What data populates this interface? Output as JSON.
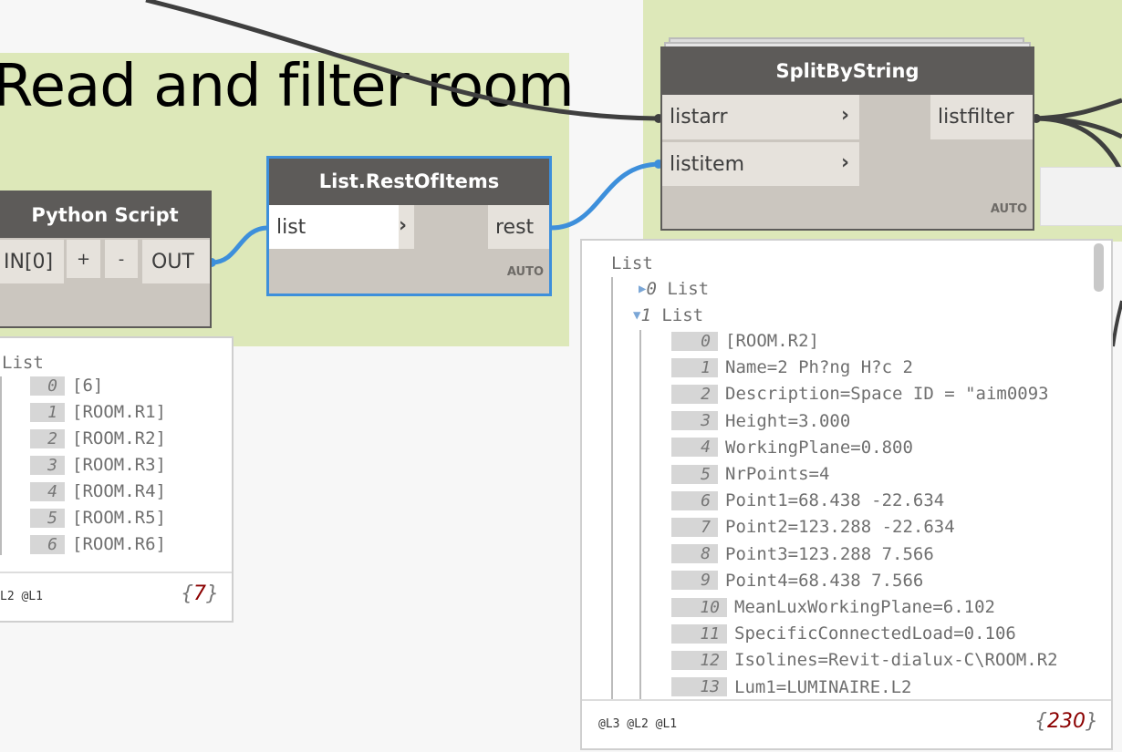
{
  "groups": {
    "left_title": "Read and filter room"
  },
  "python_node": {
    "title": "Python Script",
    "in_port": "IN[0]",
    "add": "+",
    "remove": "-",
    "out_port": "OUT"
  },
  "rest_node": {
    "title": "List.RestOfItems",
    "in_port": "list",
    "out_port": "rest",
    "lacing": "AUTO"
  },
  "split_node": {
    "title": "SplitByString",
    "in_ports": [
      "listarr",
      "listitem"
    ],
    "out_port": "listfilter",
    "lacing": "AUTO"
  },
  "watch_left": {
    "root": "List",
    "items": [
      {
        "i": "0",
        "v": "[6]"
      },
      {
        "i": "1",
        "v": "[ROOM.R1]"
      },
      {
        "i": "2",
        "v": "[ROOM.R2]"
      },
      {
        "i": "3",
        "v": "[ROOM.R3]"
      },
      {
        "i": "4",
        "v": "[ROOM.R4]"
      },
      {
        "i": "5",
        "v": "[ROOM.R5]"
      },
      {
        "i": "6",
        "v": "[ROOM.R6]"
      }
    ],
    "levels": "L2 @L1",
    "count": "7"
  },
  "watch_right": {
    "root": "List",
    "sub0": {
      "i": "0",
      "label": "List"
    },
    "sub1": {
      "i": "1",
      "label": "List"
    },
    "items": [
      {
        "i": "0",
        "v": "[ROOM.R2]"
      },
      {
        "i": "1",
        "v": "Name=2 Ph?ng H?c 2"
      },
      {
        "i": "2",
        "v": "Description=Space ID = \"aim0093"
      },
      {
        "i": "3",
        "v": "Height=3.000"
      },
      {
        "i": "4",
        "v": "WorkingPlane=0.800"
      },
      {
        "i": "5",
        "v": "NrPoints=4"
      },
      {
        "i": "6",
        "v": "Point1=68.438 -22.634"
      },
      {
        "i": "7",
        "v": "Point2=123.288 -22.634"
      },
      {
        "i": "8",
        "v": "Point3=123.288 7.566"
      },
      {
        "i": "9",
        "v": "Point4=68.438 7.566"
      },
      {
        "i": "10",
        "v": "MeanLuxWorkingPlane=6.102"
      },
      {
        "i": "11",
        "v": "SpecificConnectedLoad=0.106"
      },
      {
        "i": "12",
        "v": "Isolines=Revit-dialux-C\\ROOM.R2"
      },
      {
        "i": "13",
        "v": "Lum1=LUMINAIRE.L2"
      }
    ],
    "levels": "@L3 @L2 @L1",
    "count": "230"
  },
  "colors": {
    "group": "#dde8b9",
    "node_header": "#5d5b59",
    "selected": "#3d8fdb",
    "wire": "#3f3f3f"
  }
}
